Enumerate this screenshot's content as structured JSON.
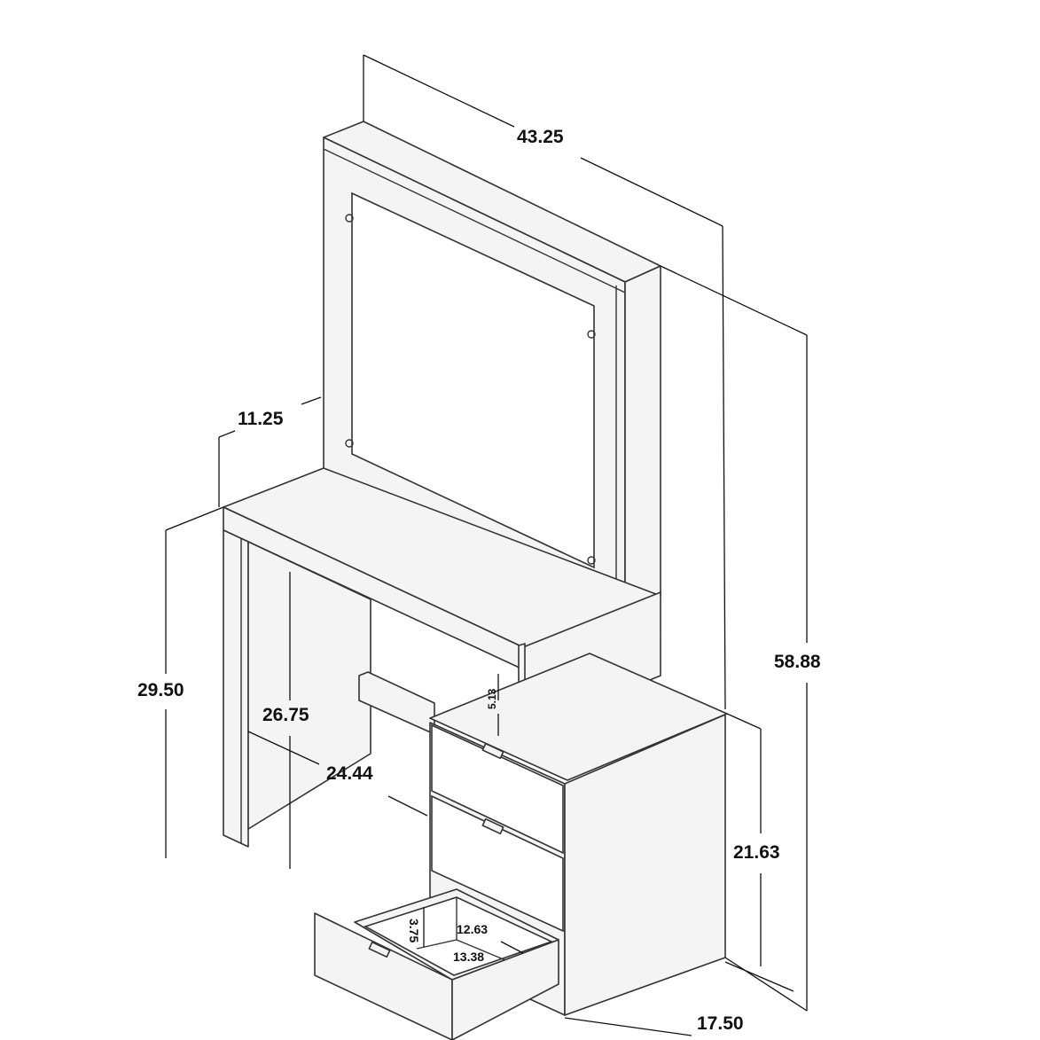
{
  "title": "Vanity desk dimension drawing",
  "dimensions": {
    "overall_width": "43.25",
    "overall_height": "58.88",
    "mirror_depth": "11.25",
    "desk_height": "29.50",
    "knee_clearance_height": "26.75",
    "knee_width": "24.44",
    "shelf_clearance": "5.13",
    "cabinet_height": "21.63",
    "depth": "17.50",
    "drawer_inner_height": "3.75",
    "drawer_inner_depth": "12.63",
    "drawer_inner_width": "13.38"
  }
}
